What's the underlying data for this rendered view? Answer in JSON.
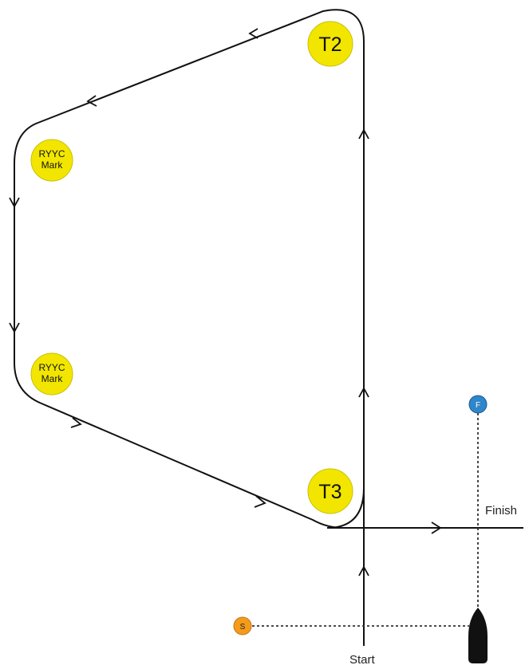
{
  "marks": {
    "t2": "T2",
    "t3": "T3",
    "ryyc_top": {
      "line1": "RYYC",
      "line2": "Mark"
    },
    "ryyc_bottom": {
      "line1": "RYYC",
      "line2": "Mark"
    },
    "start_pin": "S",
    "finish_pin": "F"
  },
  "labels": {
    "finish": "Finish",
    "start": "Start"
  },
  "colors": {
    "mark_fill": "#f2e600",
    "start_pin": "#f59b1c",
    "finish_pin": "#2f86c8",
    "course_line": "#111111",
    "committee_boat": "#111111"
  }
}
